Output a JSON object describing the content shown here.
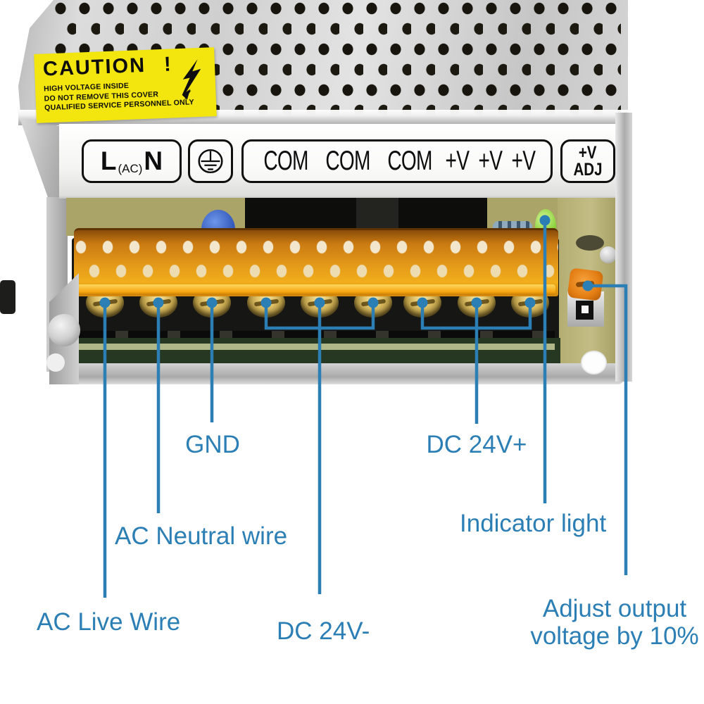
{
  "accent_color": "#2b7fb5",
  "caution_label": {
    "title": "CAUTION",
    "exclamation": "!",
    "line1": "HIGH VOLTAGE INSIDE",
    "line2": "DO NOT REMOVE  THIS COVER",
    "line3": "QUALIFIED SERVICE PERSONNEL ONLY",
    "bg_color": "#f2e60e",
    "icon": "high-voltage-bolt"
  },
  "terminal_strip": {
    "ac_l": "L",
    "ac_sub": "(AC)",
    "ac_n": "N",
    "ground_icon": "earth-ground-symbol",
    "outputs": [
      "COM",
      "COM",
      "COM",
      "+V",
      "+V",
      "+V"
    ],
    "adj_top": "+V",
    "adj_bottom": "ADJ"
  },
  "annotations": {
    "gnd": "GND",
    "ac_neutral": "AC Neutral wire",
    "ac_live": "AC Live Wire",
    "dc_minus": "DC 24V-",
    "dc_plus": "DC 24V+",
    "indicator": "Indicator light",
    "adjust_line1": "Adjust output",
    "adjust_line2": "voltage by 10%"
  }
}
